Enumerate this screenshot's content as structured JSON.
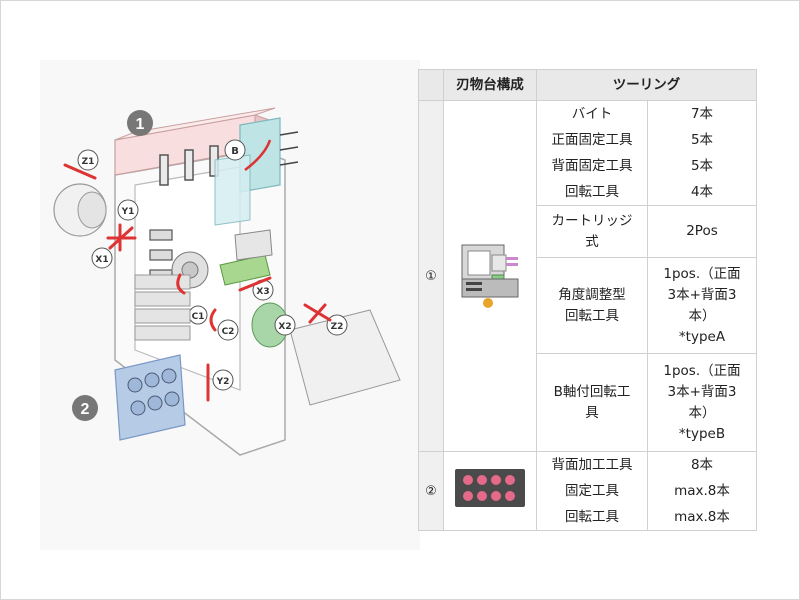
{
  "table": {
    "headers": [
      "",
      "刃物台構成",
      "ツーリング"
    ],
    "group1": {
      "num": "①",
      "rows": [
        {
          "items": [
            "バイト",
            "正面固定工具",
            "背面固定工具",
            "回転工具"
          ],
          "values": [
            "7本",
            "5本",
            "5本",
            "4本"
          ]
        },
        {
          "items": [
            "カートリッジ",
            "式"
          ],
          "values": [
            "2Pos"
          ]
        },
        {
          "items": [
            "角度調整型",
            "回転工具"
          ],
          "values": [
            "1pos.（正面",
            "3本+背面3",
            "本）",
            "*typeA"
          ]
        },
        {
          "items": [
            "B軸付回転工",
            "具"
          ],
          "values": [
            "1pos.（正面",
            "3本+背面3",
            "本）",
            "*typeB"
          ]
        }
      ]
    },
    "group2": {
      "num": "②",
      "items": [
        "背面加工工具",
        "固定工具",
        "回転工具"
      ],
      "values": [
        "8本",
        "max.8本",
        "max.8本"
      ]
    }
  },
  "diagram": {
    "labels": {
      "n1": "1",
      "n2": "2",
      "Z1": "Z1",
      "Y1": "Y1",
      "X1": "X1",
      "B": "B",
      "C1": "C1",
      "X3": "X3",
      "C2": "C2",
      "X2": "X2",
      "Z2": "Z2",
      "Y2": "Y2"
    }
  }
}
